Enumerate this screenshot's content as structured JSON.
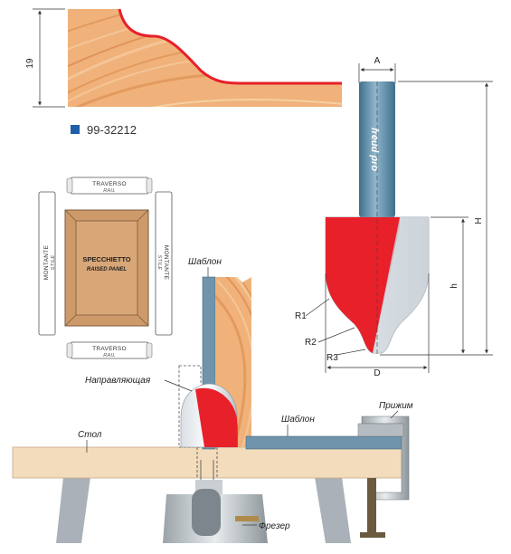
{
  "profile": {
    "height_label": "19"
  },
  "product": {
    "code": "99-32212",
    "marker_color": "#1f5fa8"
  },
  "panel_diagram": {
    "rail_top": "TRAVERSO",
    "rail_top_sub": "RAIL",
    "rail_bottom": "TRAVERSO",
    "rail_bottom_sub": "RAIL",
    "stile_left": "MONTANTE",
    "stile_left_sub": "STILE",
    "stile_right": "MONTANTE",
    "stile_right_sub": "STILE",
    "panel_title": "SPECCHIETTO",
    "panel_sub": "RAISED PANEL"
  },
  "bit": {
    "brand": "freud pro",
    "dim_a": "A",
    "dim_h_total": "H",
    "dim_h_cut": "h",
    "dim_d": "D",
    "radius_1": "R1",
    "radius_2": "R2",
    "radius_3": "R3",
    "cutter_color": "#e8202a",
    "shank_color": "#5b8fae"
  },
  "setup": {
    "template_top": "Шаблон",
    "guide": "Направляющая",
    "template_right": "Шаблон",
    "clamp": "Прижим",
    "table": "Стол",
    "router": "Фрезер"
  }
}
